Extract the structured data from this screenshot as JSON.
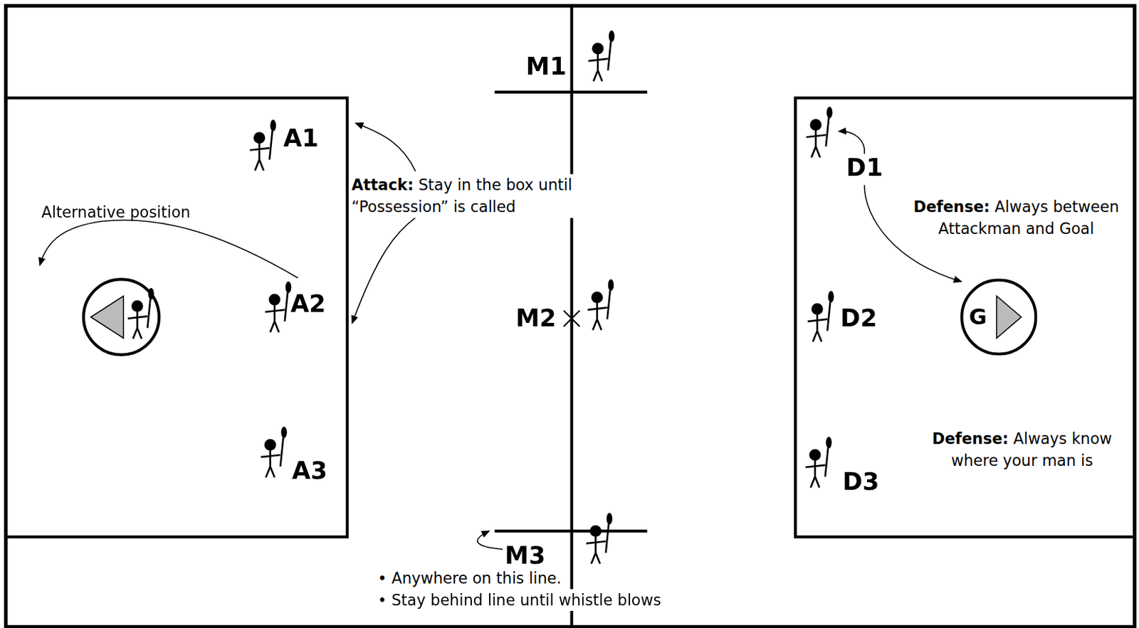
{
  "diagram": {
    "nodes": [
      {
        "text": [
          "G"
        ]
      }
    ],
    "labels": [
      "M1",
      "A1",
      "Alternative position",
      "Attack:",
      "Stay in the box until “Possession” is called",
      "D1",
      "Defense:",
      "Always between Attackman and Goal",
      "A2",
      "M2",
      "D2",
      "Defense:",
      "Always know where your man is",
      "A3",
      "D3",
      "M3",
      "• Anywhere on this line.",
      "• Stay behind line until whistle blows"
    ]
  }
}
